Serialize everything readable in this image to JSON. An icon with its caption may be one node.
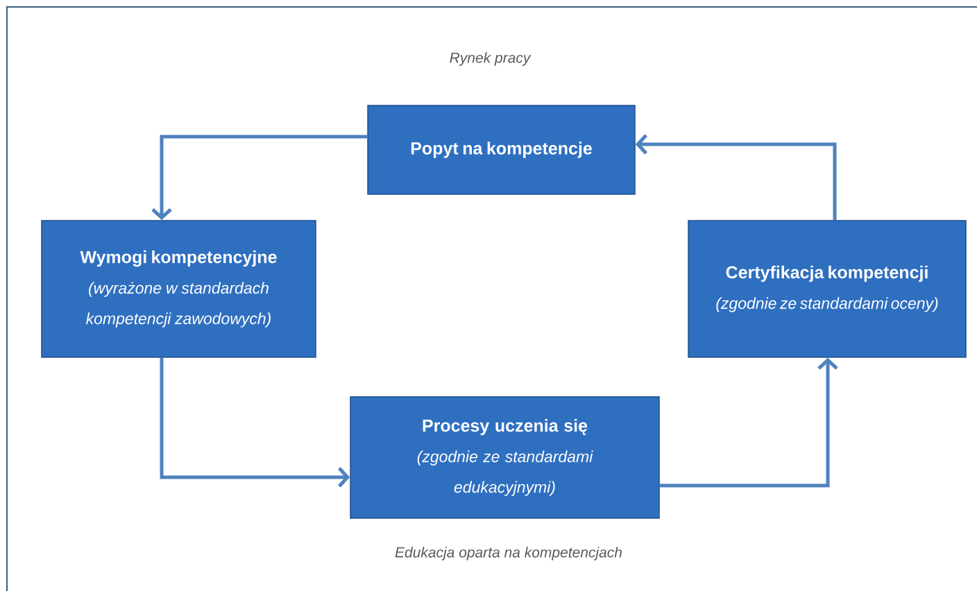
{
  "diagram": {
    "nodes": [
      {
        "text": [
          "Popyt na kompetencje"
        ]
      },
      {
        "text": [
          "Wymogi kompetencyjne",
          "(wyrażone w standardach kompetencji zawodowych)"
        ]
      },
      {
        "text": [
          "Certyfikacja kompetencji",
          "(zgodnie ze standardami oceny)"
        ]
      },
      {
        "text": [
          "Procesy uczenia się",
          "(zgodnie ze standardami edukacyjnymi)"
        ]
      }
    ],
    "edges": [
      {
        "from": 0,
        "to": 1,
        "arrow": "to"
      },
      {
        "from": 1,
        "to": 3,
        "arrow": "to"
      },
      {
        "from": 3,
        "to": 2,
        "arrow": "to"
      },
      {
        "from": 2,
        "to": 0,
        "arrow": "to"
      }
    ],
    "labels": [
      "Rynek pracy",
      "Edukacja oparta na kompetencjach"
    ]
  }
}
